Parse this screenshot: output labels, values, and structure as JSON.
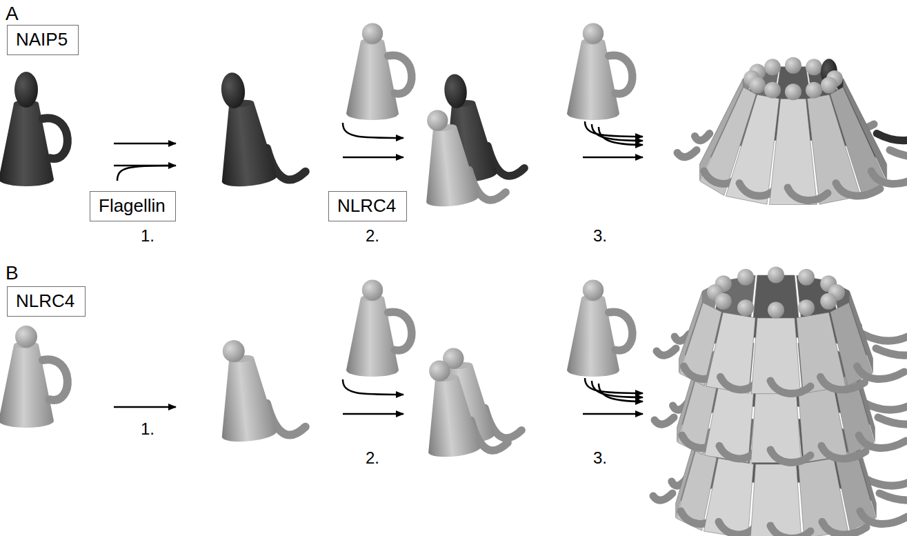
{
  "diagram": {
    "nodes": [
      {
        "text": [
          "NAIP5"
        ]
      },
      {
        "text": [
          "Flagellin"
        ]
      },
      {
        "text": [
          "NLRC4"
        ]
      },
      {
        "text": [
          "NLRC4"
        ]
      }
    ],
    "labels": [
      "A",
      "1.",
      "2.",
      "3.",
      "B",
      "1.",
      "2.",
      "3."
    ]
  }
}
